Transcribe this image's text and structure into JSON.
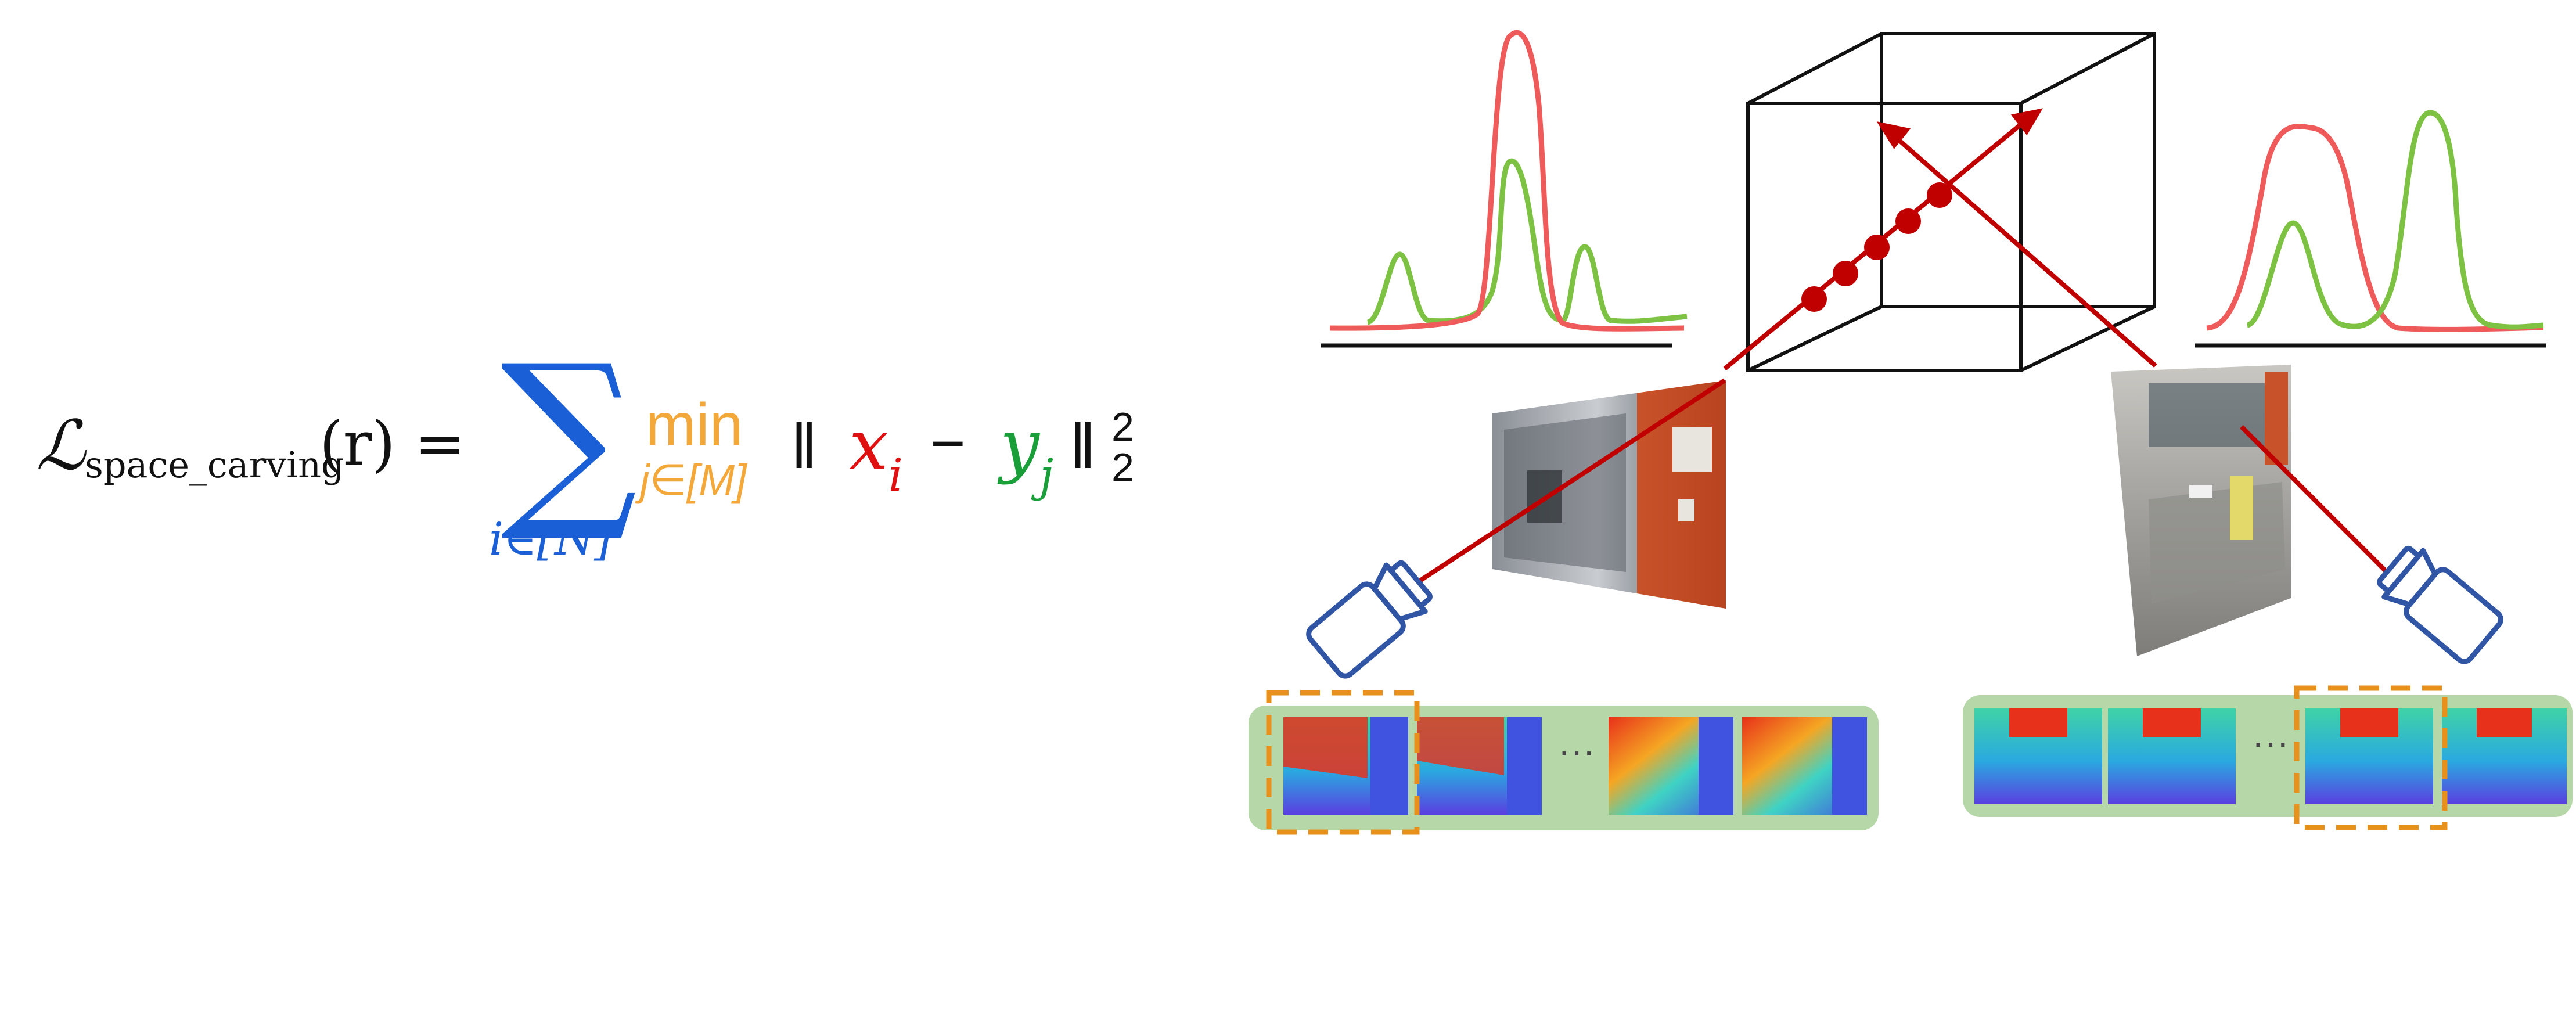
{
  "formula": {
    "loss_symbol": "ℒ",
    "loss_subscript": "space_carving",
    "loss_arg": "(r) =",
    "sum_symbol": "∑",
    "sum_index": "i∈[N]",
    "min_word": "min",
    "min_index": "j∈[M]",
    "norm_open": "‖",
    "x_var": "x",
    "x_sub": "i",
    "minus": "−",
    "y_var": "y",
    "y_sub": "j",
    "norm_close": "‖",
    "norm_sub": "2",
    "norm_sup": "2"
  },
  "depth_strips": {
    "left_ellipsis": "···",
    "right_ellipsis": "···"
  },
  "colors": {
    "ray": "#c00000",
    "sample_point": "#c00000",
    "curve_red": "#ef5a5a",
    "curve_green": "#7dc243",
    "camera": "#2f55a4",
    "strip_bg": "#b6d7a8",
    "highlight": "#e8901c",
    "index_blue": "#1b5fd6",
    "min_orange": "#f4a83a",
    "x_red": "#e01010",
    "y_green": "#1a9e3a"
  },
  "icons": {
    "camera_left": "camera-icon",
    "camera_right": "camera-icon"
  }
}
